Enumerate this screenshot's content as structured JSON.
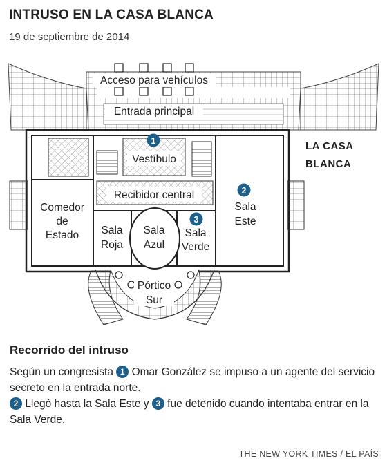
{
  "header": {
    "title": "INTRUSO EN LA CASA BLANCA",
    "date": "19 de septiembre de 2014"
  },
  "plan": {
    "building_label_line1": "LA CASA",
    "building_label_line2": "BLANCA",
    "rooms": {
      "acceso": "Acceso para vehículos",
      "entrada": "Entrada principal",
      "vestibulo": "Vestíbulo",
      "recibidor": "Recibidor central",
      "comedor_1": "Comedor",
      "comedor_2": "de",
      "comedor_3": "Estado",
      "sala_roja_1": "Sala",
      "sala_roja_2": "Roja",
      "sala_azul_1": "Sala",
      "sala_azul_2": "Azul",
      "sala_verde_1": "Sala",
      "sala_verde_2": "Verde",
      "sala_este_1": "Sala",
      "sala_este_2": "Este",
      "portico_1": "Pórtico",
      "portico_2": "Sur"
    },
    "markers": [
      "1",
      "2",
      "3"
    ],
    "marker_color": "#1c5f8a"
  },
  "story": {
    "heading": "Recorrido del intruso",
    "p1_before": "Según un congresista",
    "badge1": "1",
    "p1_after": "Omar González se impuso a un agente del servicio secreto en la entrada norte.",
    "badge2": "2",
    "p2_mid": "Llegó hasta la Sala Este y",
    "badge3": "3",
    "p2_after": "fue detenido cuando intentaba entrar en la Sala Verde."
  },
  "credit": "THE NEW YORK TIMES / EL PAÍS"
}
